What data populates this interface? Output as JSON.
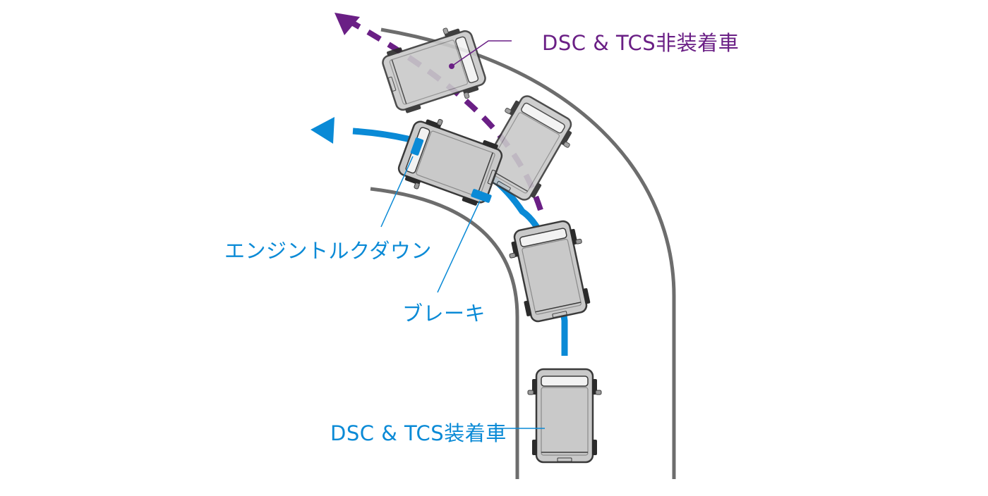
{
  "labels": {
    "without_system": "DSC & TCS非装着車",
    "engine_torque_down": "エンジントルクダウン",
    "brake": "ブレーキ",
    "with_system": "DSC & TCS装着車"
  },
  "colors": {
    "road": "#6d6d6d",
    "purple": "#6a1f85",
    "blue": "#0a8ad6",
    "car_body": "#c9c9c9",
    "car_ghost": "#e4e4e4",
    "car_outline": "#3a3a3a",
    "tire": "#2b2b2b"
  }
}
